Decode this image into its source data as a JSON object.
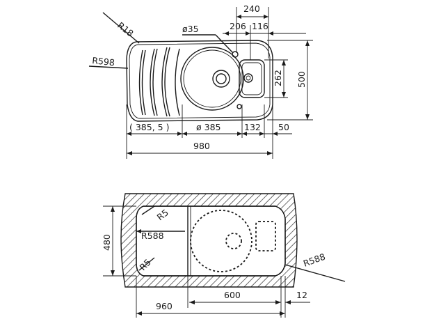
{
  "top_view": {
    "labels": {
      "r18": "R18",
      "r598": "R598",
      "dia35": "ø35",
      "dim240": "240",
      "dim206": "206",
      "dim116": "116",
      "dim262": "262",
      "dim500": "500",
      "dim385_5": "( 385, 5 )",
      "dia385": "ø 385",
      "dim132": "132",
      "dim50": "50",
      "dim980": "980"
    }
  },
  "bottom_view": {
    "labels": {
      "dim480": "480",
      "r5_top": "R5",
      "r588_left": "R588",
      "r5_bottom": "R5",
      "r588_right": "R588",
      "dim960": "960",
      "dim600": "600",
      "dim12": "12"
    }
  }
}
